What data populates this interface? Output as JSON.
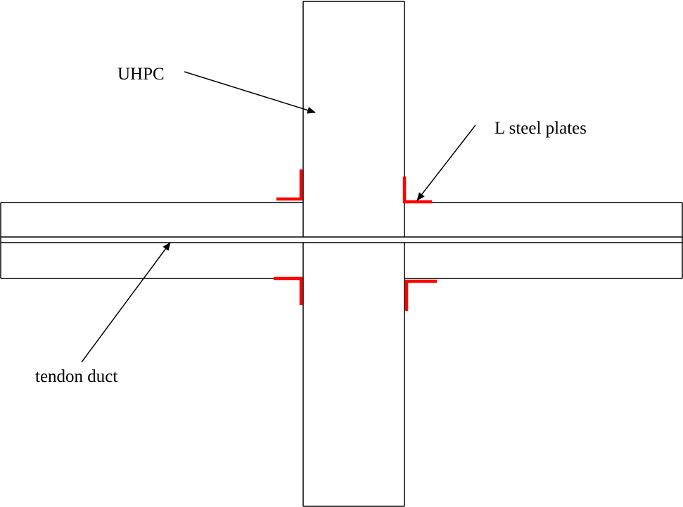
{
  "labels": {
    "uhpc": "UHPC",
    "plates": "L steel plates",
    "duct": "tendon duct"
  },
  "colors": {
    "outline": "#000000",
    "plate": "#ff0000",
    "background": "#ffffff"
  }
}
